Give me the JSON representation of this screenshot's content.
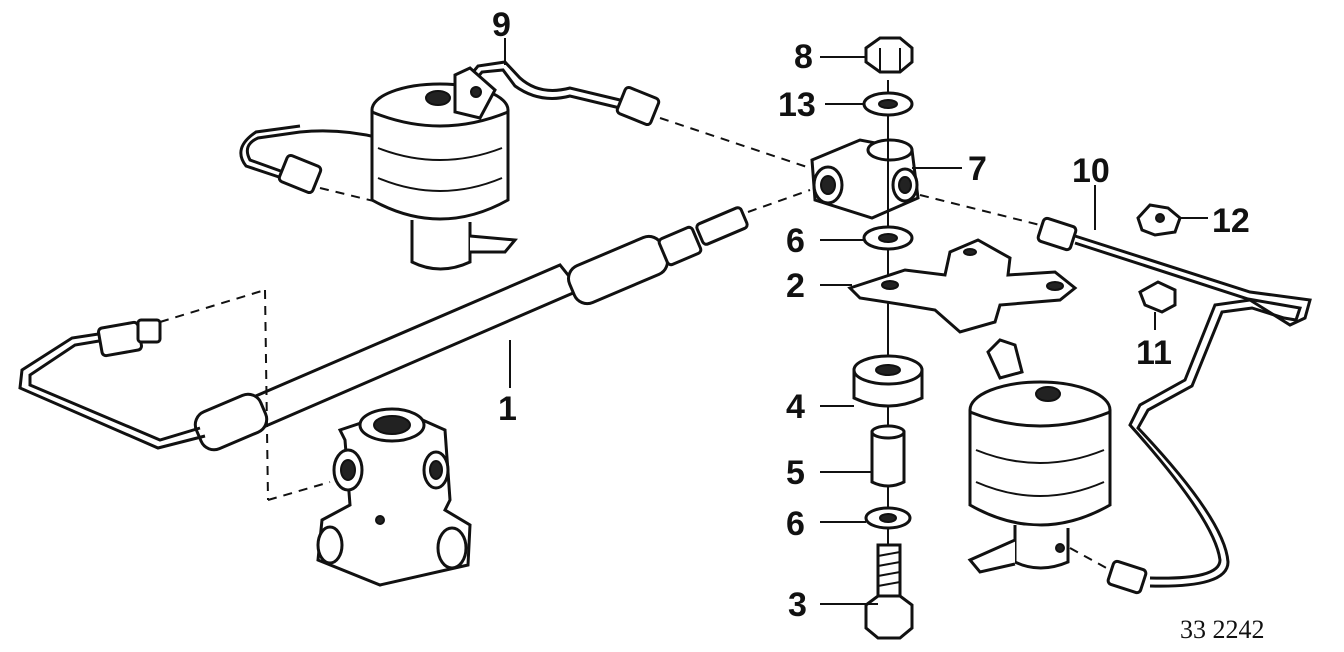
{
  "diagram": {
    "ref_code": "33 2242",
    "callouts": [
      {
        "id": "1",
        "label": "1"
      },
      {
        "id": "2",
        "label": "2"
      },
      {
        "id": "3",
        "label": "3"
      },
      {
        "id": "4",
        "label": "4"
      },
      {
        "id": "5",
        "label": "5"
      },
      {
        "id": "6a",
        "label": "6"
      },
      {
        "id": "6b",
        "label": "6"
      },
      {
        "id": "7",
        "label": "7"
      },
      {
        "id": "8",
        "label": "8"
      },
      {
        "id": "9",
        "label": "9"
      },
      {
        "id": "10",
        "label": "10"
      },
      {
        "id": "11",
        "label": "11"
      },
      {
        "id": "12",
        "label": "12"
      },
      {
        "id": "13",
        "label": "13"
      }
    ]
  }
}
